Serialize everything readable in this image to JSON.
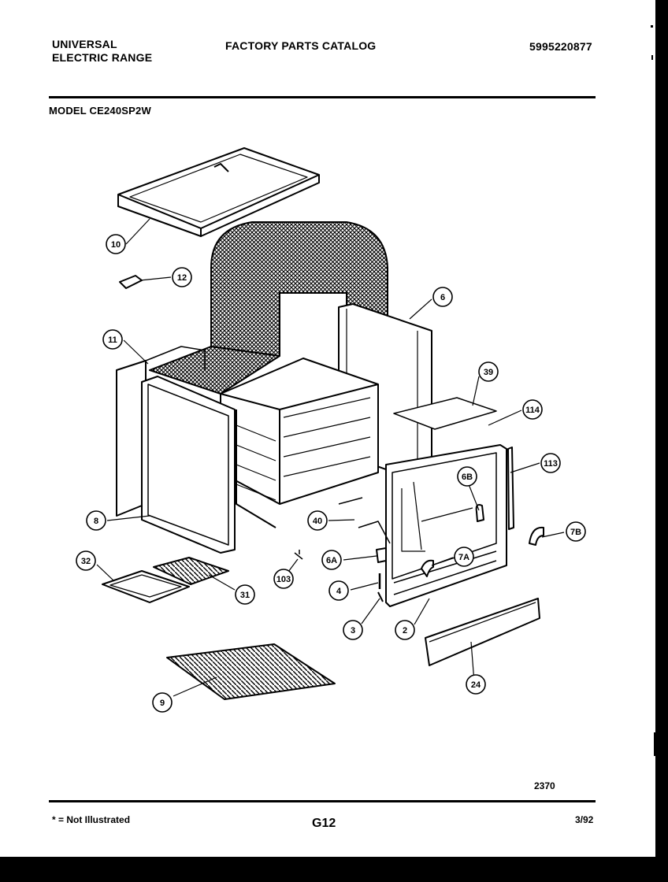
{
  "header": {
    "brand_line1": "UNIVERSAL",
    "brand_line2": "ELECTRIC RANGE",
    "catalog_title": "FACTORY PARTS CATALOG",
    "catalog_number": "5995220877",
    "model_label": "MODEL CE240SP2W"
  },
  "diagram": {
    "callouts": [
      "10",
      "12",
      "6",
      "11",
      "39",
      "114",
      "113",
      "6B",
      "8",
      "40",
      "7B",
      "6A",
      "7A",
      "32",
      "103",
      "4",
      "31",
      "3",
      "2",
      "24",
      "9"
    ],
    "figure_number": "2370"
  },
  "footer": {
    "note": "* = Not Illustrated",
    "page_code": "G12",
    "date": "3/92"
  }
}
